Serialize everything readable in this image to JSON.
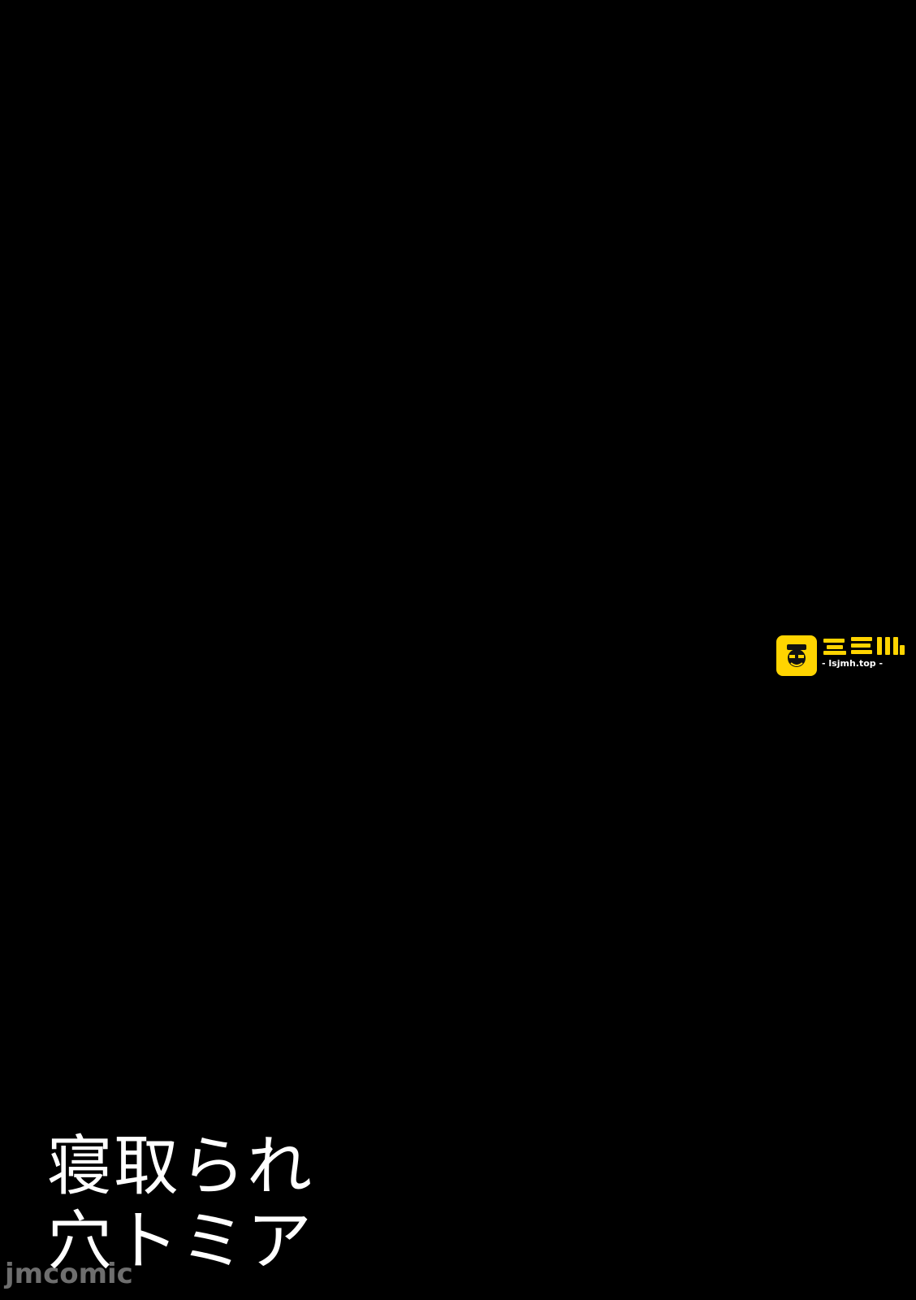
{
  "colors": {
    "background": "#000000",
    "text": "#ffffff",
    "watermark_accent": "#ffd400"
  },
  "watermark_top": {
    "url": "- lsjmh.top -",
    "icon": "mascot-face-icon",
    "logo_lettering": "老司机"
  },
  "title": {
    "line1": "寝取られ",
    "line2": "穴トミア"
  },
  "watermark_bottom": {
    "text": "jmcomic"
  }
}
